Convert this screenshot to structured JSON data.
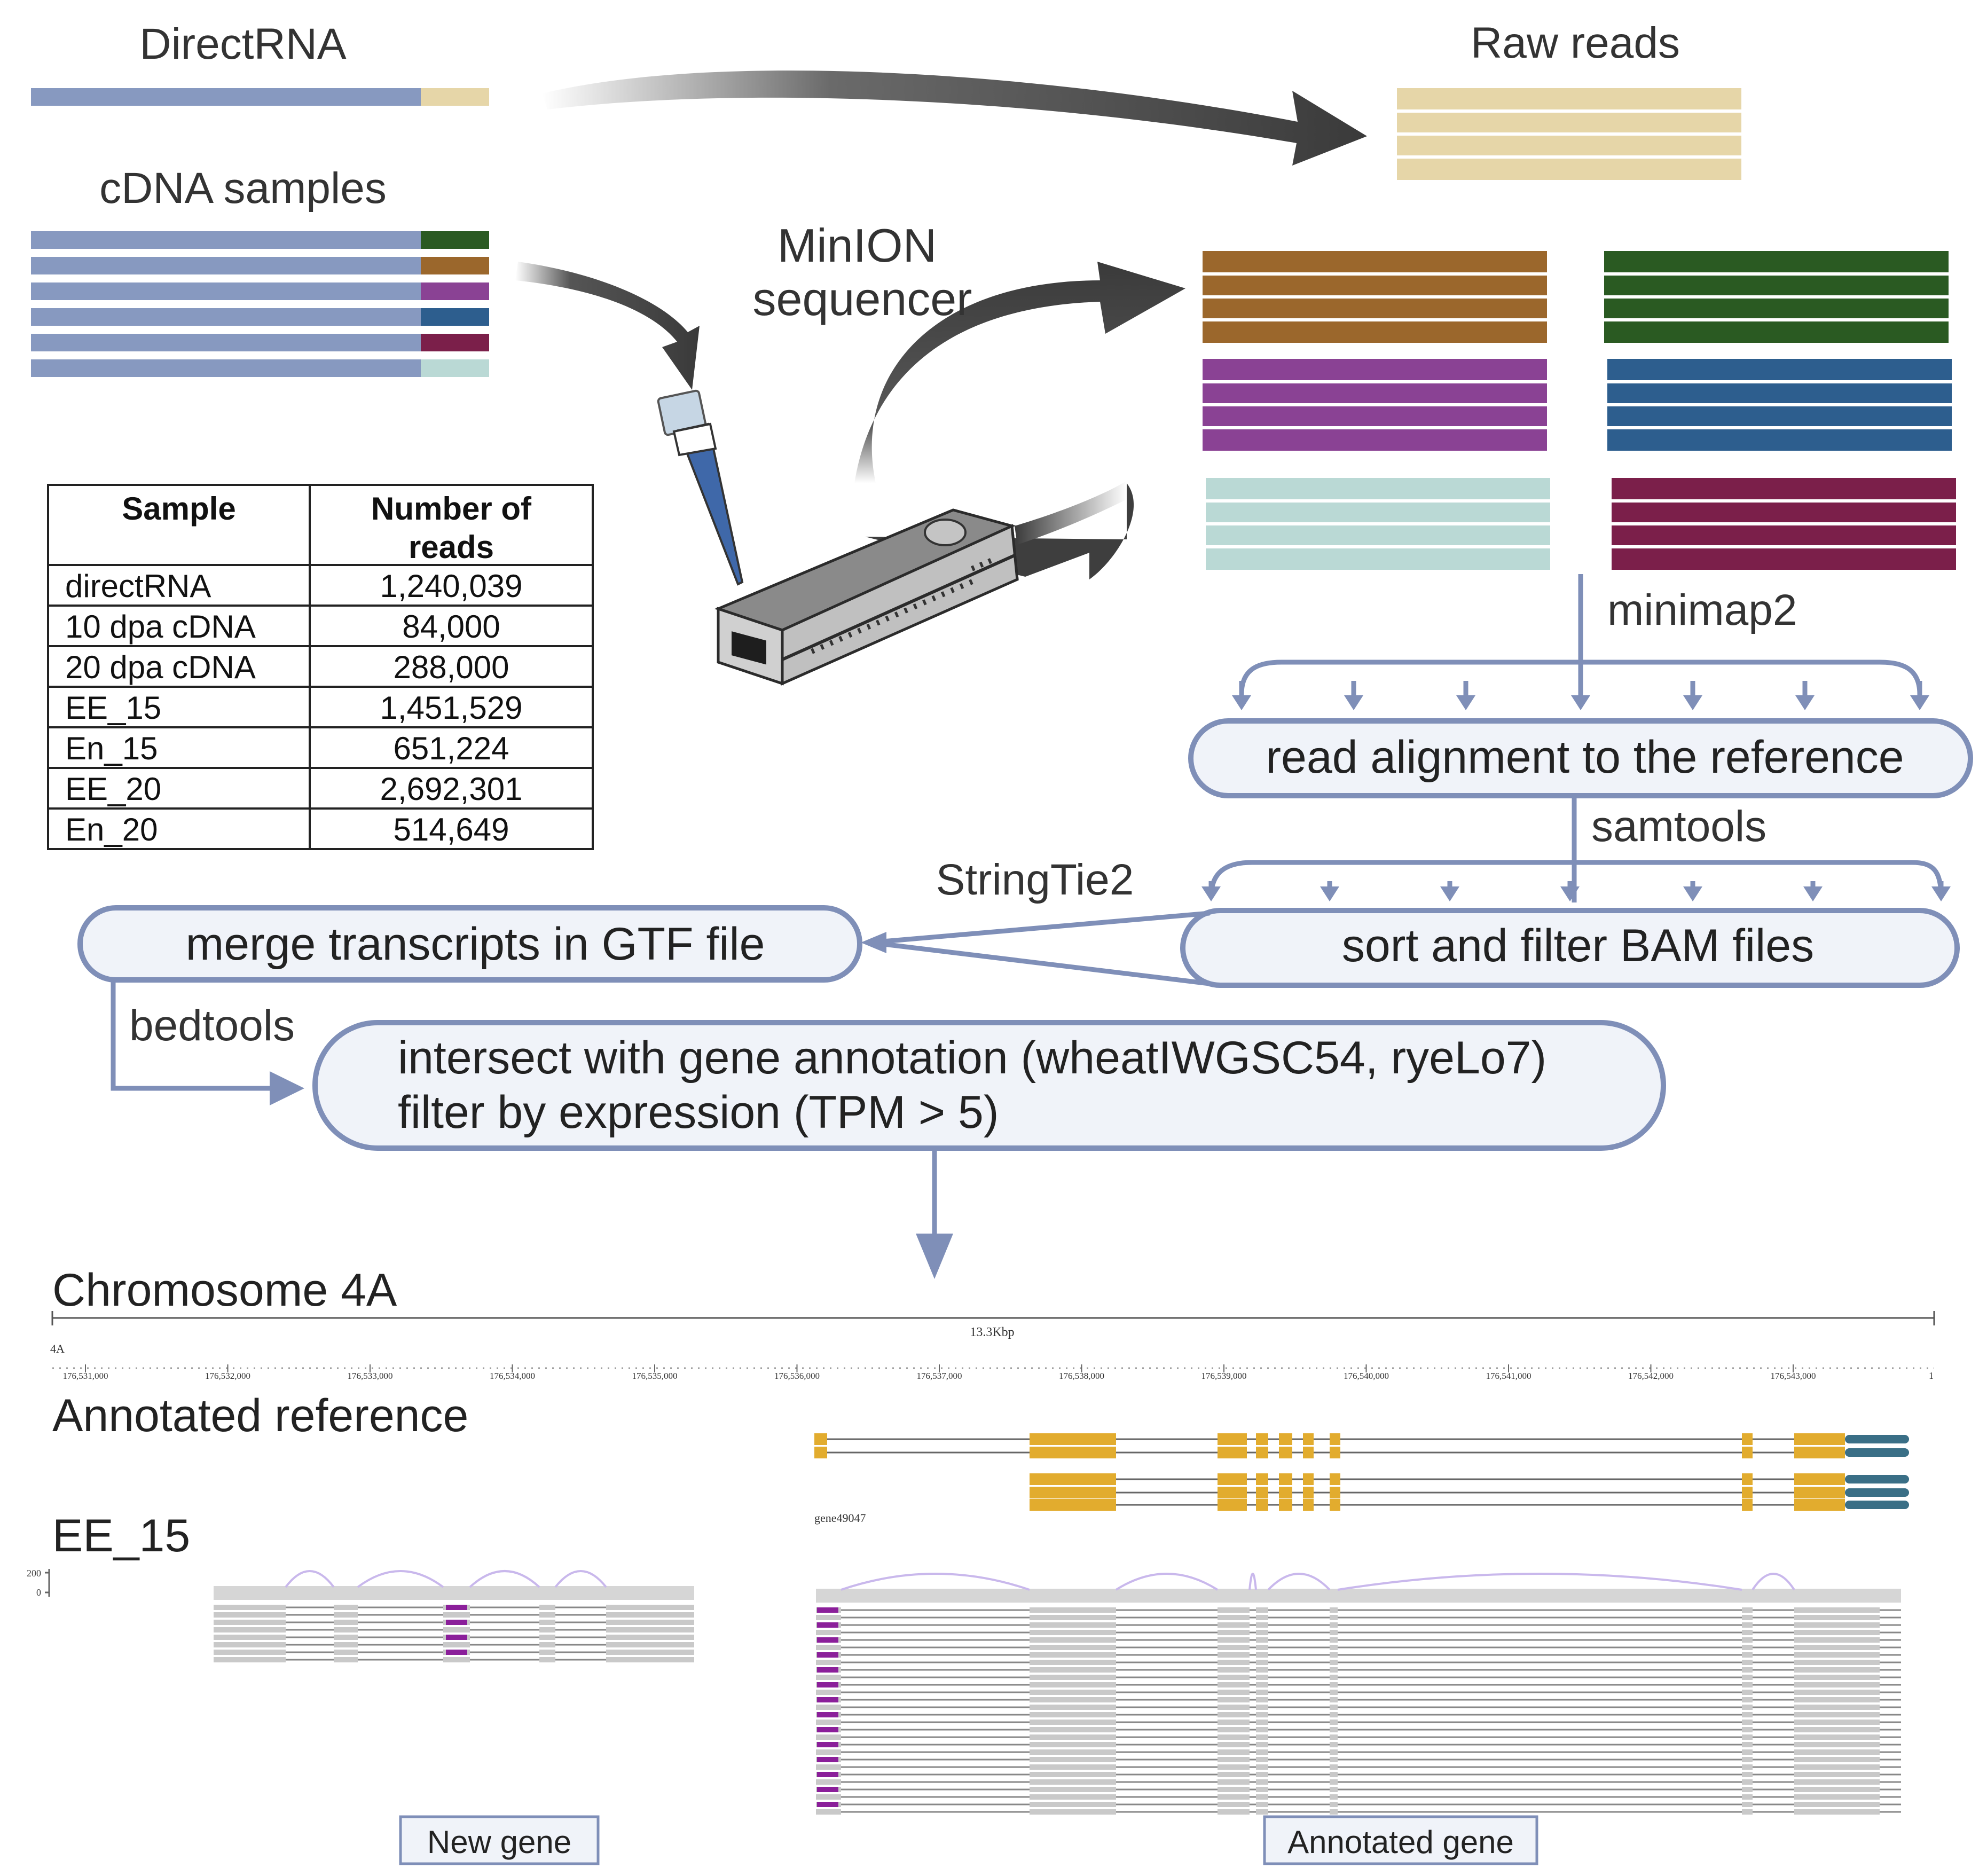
{
  "labels": {
    "direct_rna": "DirectRNA",
    "cdna_samples": "cDNA samples",
    "raw_reads": "Raw reads",
    "minion_line1": "MinION",
    "minion_line2": "sequencer",
    "minimap2": "minimap2",
    "samtools": "samtools",
    "stringtie2": "StringTie2",
    "bedtools": "bedtools"
  },
  "boxes": {
    "align": "read alignment to the reference",
    "sort": "sort and filter BAM files",
    "merge": "merge transcripts in GTF file",
    "intersect_line1": "intersect with gene annotation (wheatIWGSC54, ryeLo7)",
    "intersect_line2": "filter by expression (TPM > 5)"
  },
  "table": {
    "headers": [
      "Sample",
      "Number of reads"
    ],
    "rows": [
      [
        "directRNA",
        "1,240,039"
      ],
      [
        "10 dpa cDNA",
        "84,000"
      ],
      [
        "20 dpa cDNA",
        "288,000"
      ],
      [
        "EE_15",
        "1,451,529"
      ],
      [
        "En_15",
        "651,224"
      ],
      [
        "EE_20",
        "2,692,301"
      ],
      [
        "En_20",
        "514,649"
      ]
    ]
  },
  "browser": {
    "chromosome_title": "Chromosome 4A",
    "span": "13.3Kbp",
    "chrom": "4A",
    "ticks": [
      "176,531,000",
      "176,532,000",
      "176,533,000",
      "176,534,000",
      "176,535,000",
      "176,536,000",
      "176,537,000",
      "176,538,000",
      "176,539,000",
      "176,540,000",
      "176,541,000",
      "176,542,000",
      "176,543,000"
    ],
    "annotated_reference": "Annotated reference",
    "sample_track": "EE_15",
    "gene_id": "gene49047",
    "scale_200": "200",
    "scale_0": "0",
    "end_tick": "1"
  },
  "callouts": {
    "new_gene": "New gene",
    "annotated_gene": "Annotated gene"
  },
  "colors": {
    "read_bar": "#8799c0",
    "direct_tag": "#e6d6a8",
    "cdna_tags": [
      "#2a5a22",
      "#9b672c",
      "#8a4294",
      "#2d5e8e",
      "#7b1f4a",
      "#bad9d5"
    ],
    "flow_line": "#7f8fb8",
    "box_fill": "#f0f3f9",
    "exon": "#e2ac2e",
    "utr": "#3a6f86",
    "arrow": "#3d3d3d"
  }
}
